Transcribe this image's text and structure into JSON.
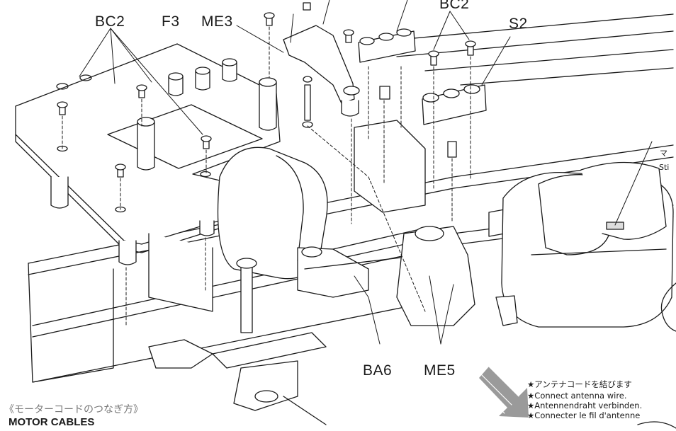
{
  "labels": {
    "bc2_left": "BC2",
    "f3": "F3",
    "me3": "ME3",
    "bc2_right": "BC2",
    "s2": "S2",
    "ba6": "BA6",
    "me5": "ME5",
    "sti": "Sti",
    "marker_mark": "マ"
  },
  "antenna_note": {
    "jp": "★アンテナコードを結びます",
    "en": "★Connect antenna wire.",
    "de": "★Antennendraht verbinden.",
    "fr": "★Connecter le fil d'antenne"
  },
  "section": {
    "jp_title": "《モーターコードのつなぎ方》",
    "en_title": "MOTOR CABLES"
  },
  "colors": {
    "ink": "#1a1a1a",
    "arrow_gray": "#8a8a8a",
    "page": "#ffffff"
  }
}
